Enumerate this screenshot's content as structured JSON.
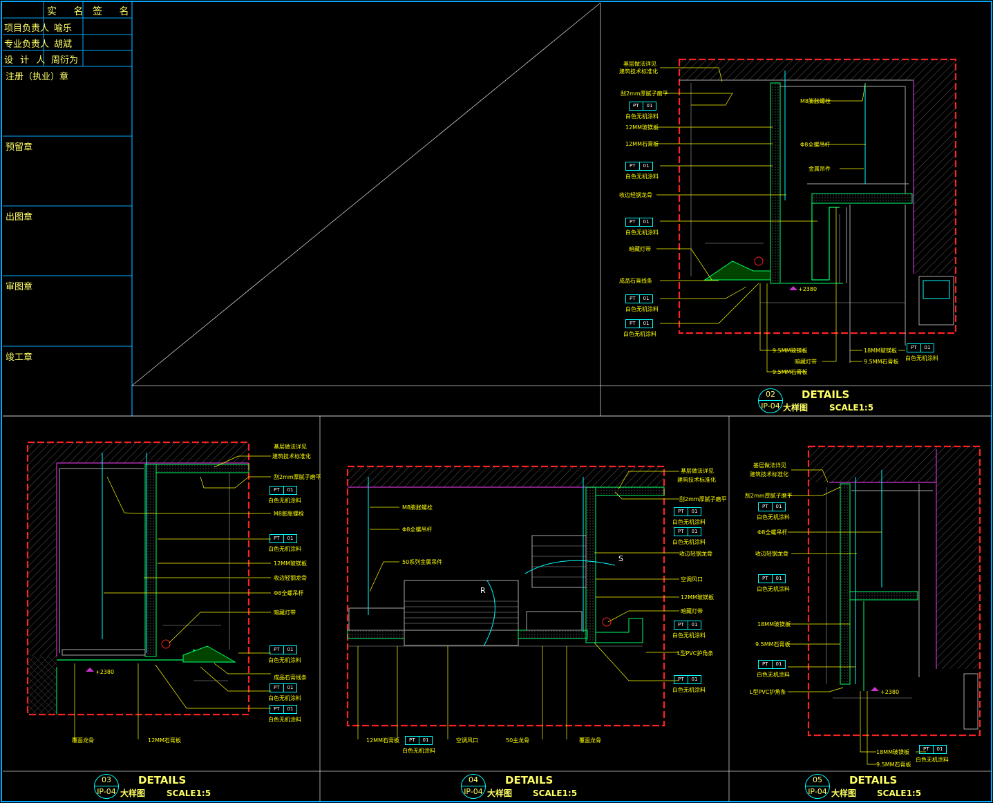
{
  "title_block": {
    "header": {
      "real_name": "实 名",
      "signature": "签 名"
    },
    "rows": [
      {
        "role": "项目负责人",
        "name": "喻乐"
      },
      {
        "role": "专业负责人",
        "name": "胡斌"
      },
      {
        "role": "设 计 人",
        "name": "周衍为"
      }
    ],
    "stamps": [
      "注册（执业）章",
      "预留章",
      "出图章",
      "审图章",
      "竣工章"
    ]
  },
  "details": [
    {
      "num": "02",
      "sheet": "IP-04",
      "title": "DETAILS",
      "name": "大样图",
      "scale": "SCALE1:5"
    },
    {
      "num": "03",
      "sheet": "IP-04",
      "title": "DETAILS",
      "name": "大样图",
      "scale": "SCALE1:5"
    },
    {
      "num": "04",
      "sheet": "IP-04",
      "title": "DETAILS",
      "name": "大样图",
      "scale": "SCALE1:5"
    },
    {
      "num": "05",
      "sheet": "IP-04",
      "title": "DETAILS",
      "name": "大样图",
      "scale": "SCALE1:5"
    }
  ],
  "pt_tag": {
    "code": "PT",
    "num": "01"
  },
  "labels_02": {
    "base": "基层做法详见",
    "base2": "建筑技术标准化",
    "putty": "刮2mm厚腻子磨平",
    "paint": "白色无机涂料",
    "board12": "12MM玻镁板",
    "gypsum12": "12MM石膏板",
    "edge": "收边轻钢龙骨",
    "light": "暗藏灯带",
    "line": "成品石膏线条",
    "bolt": "M8膨胀螺栓",
    "rod": "Φ8全螺吊杆",
    "hanger": "金属吊件",
    "b1": "9.5MM玻镁板",
    "b2": "暗藏灯带",
    "b3": "9.5MM石膏板",
    "b4": "18MM玻镁板",
    "b5": "9.5MM石膏板",
    "elev": "+2380"
  },
  "labels_03": {
    "base": "基层做法详见",
    "base2": "建筑技术标准化",
    "putty": "刮2mm厚腻子磨平",
    "paint": "白色无机涂料",
    "bolt": "M8膨胀螺栓",
    "board12": "12MM玻镁板",
    "edge": "收边轻钢龙骨",
    "rod": "Φ8全螺吊杆",
    "light": "暗藏灯带",
    "line": "成品石膏线条",
    "keel": "覆面龙骨",
    "gyp": "12MM石膏板",
    "elev": "+2380"
  },
  "labels_04": {
    "base": "基层做法详见",
    "base2": "建筑技术标准化",
    "putty": "刮2mm厚腻子磨平",
    "paint": "白色无机涂料",
    "edge": "收边轻钢龙骨",
    "vent": "空调风口",
    "board": "12MM玻镁板",
    "light": "暗藏灯带",
    "pvc": "L型PVC护角条",
    "bolt": "M8膨胀螺栓",
    "rod": "Φ8全螺吊杆",
    "hanger": "50系列金属吊件",
    "g1": "12MM石膏板",
    "g2": "空调风口",
    "g3": "50主龙骨",
    "g4": "覆面龙骨",
    "s": "S",
    "r": "R"
  },
  "labels_05": {
    "base": "基层做法详见",
    "base2": "建筑技术标准化",
    "putty": "刮2mm厚腻子磨平",
    "paint": "白色无机涂料",
    "rod": "Φ8全螺吊杆",
    "edge": "收边轻钢龙骨",
    "board18": "18MM玻镁板",
    "gyp95": "9.5MM石膏板",
    "pvc": "L型PVC护角条",
    "b1": "18MM玻镁板",
    "b2": "9.5MM石膏板",
    "elev": "+2380"
  }
}
